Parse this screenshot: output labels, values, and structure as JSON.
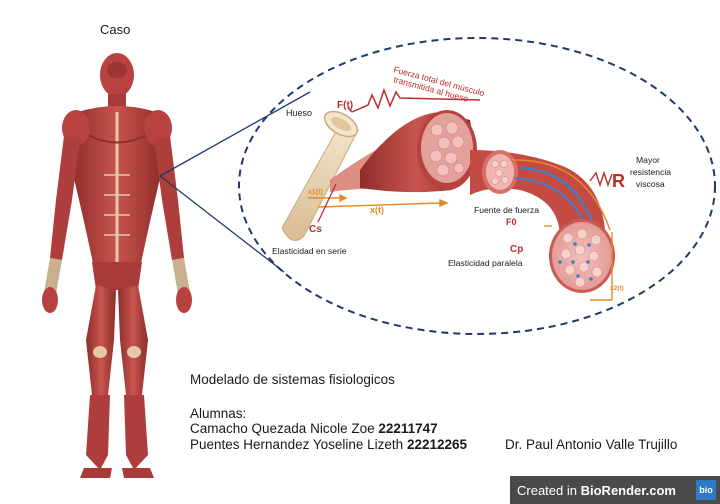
{
  "caso": "Caso",
  "diagram": {
    "force_total": "Fuerza total del músculo",
    "force_total2": "transmitida al hueso",
    "f_t": "F(t)",
    "hueso": "Hueso",
    "x1t": "x1(t)",
    "xt": "x(t)",
    "cs": "Cs",
    "cs_desc": "Elasticidad en serie",
    "fuente": "Fuente de fuerza",
    "f0": "F0",
    "cp": "Cp",
    "cp_desc": "Elasticidad paralela",
    "r": "R",
    "r_desc1": "Mayor",
    "r_desc2": "resistencia",
    "r_desc3": "viscosa",
    "x2t": "x2(t)"
  },
  "text": {
    "title": "Modelado de sistemas fisiologicos",
    "alumnas": "Alumnas:",
    "student1_name": "Camacho Quezada Nicole Zoe",
    "student1_id": "22211747",
    "student2_name": "Puentes Hernandez Yoseline Lizeth",
    "student2_id": "22212265",
    "professor": "Dr. Paul Antonio Valle Trujillo"
  },
  "badge": {
    "prefix": "Created in",
    "brand": "BioRender.com",
    "logo": "bio"
  },
  "colors": {
    "muscle": "#b8423f",
    "muscle_dark": "#8e2d2b",
    "tendon": "#e7c8a8",
    "bone": "#e8d3b3",
    "navy": "#1f3a6b",
    "orange": "#e28a2b",
    "red_label": "#b8302b",
    "blue": "#3f7fc4"
  }
}
